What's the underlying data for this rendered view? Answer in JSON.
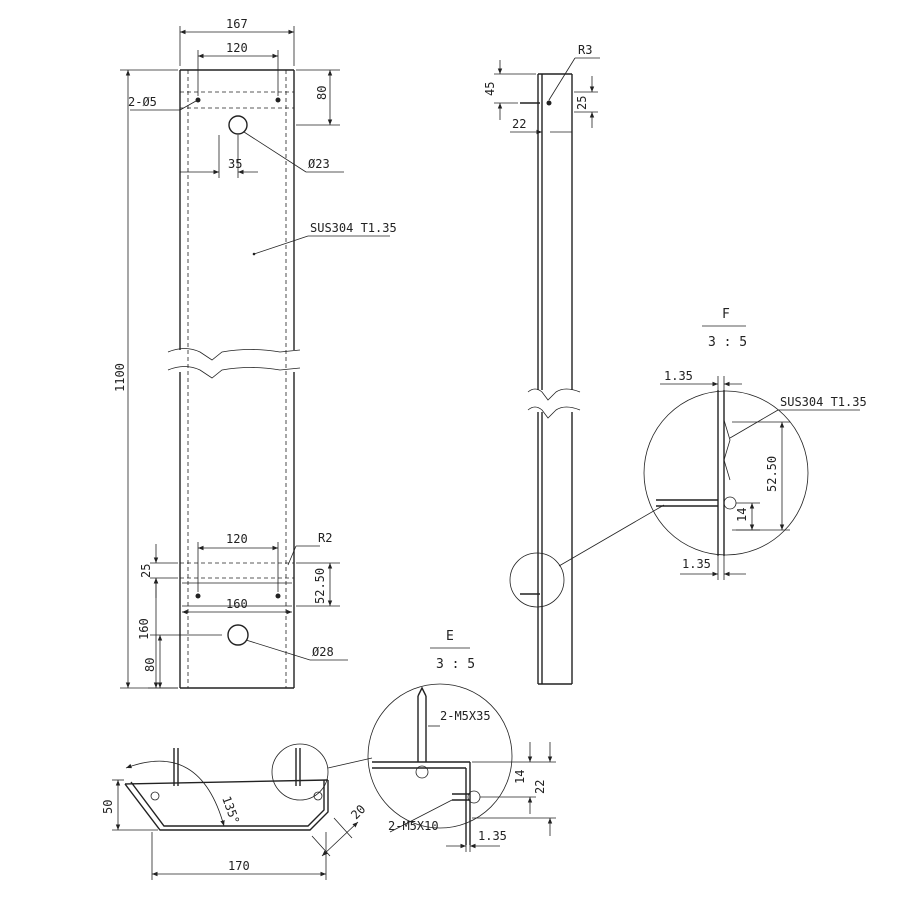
{
  "front_view": {
    "overall_width": "167",
    "top_hole_pitch": "120",
    "holes_top_label": "2-Ø5",
    "top_hole_height": "80",
    "center_hole_offset": "35",
    "top_hole_dia": "Ø23",
    "material": "SUS304 T1.35",
    "total_height": "1100",
    "bottom_hole_pitch": "120",
    "radius": "R2",
    "dim_25": "25",
    "dim_52_50": "52.50",
    "dim_160_width": "160",
    "dim_160_height": "160",
    "dim_80_bottom": "80",
    "bottom_hole_dia": "Ø28"
  },
  "side_view": {
    "radius": "R3",
    "dim_45": "45",
    "dim_25": "25",
    "dim_22": "22"
  },
  "detail_f": {
    "label": "F",
    "scale": "3 : 5",
    "thickness_top": "1.35",
    "material": "SUS304 T1.35",
    "dim_52_50": "52.50",
    "dim_14": "14",
    "thickness_bottom": "1.35"
  },
  "detail_e": {
    "label": "E",
    "scale": "3 : 5",
    "screw_long": "2-M5X35",
    "screw_short": "2-M5X10",
    "dim_14": "14",
    "dim_22": "22",
    "thickness": "1.35"
  },
  "section_view": {
    "height": "50",
    "angle": "135°",
    "chamfer": "20",
    "width": "170"
  }
}
